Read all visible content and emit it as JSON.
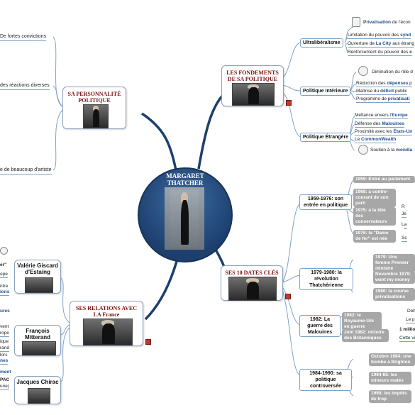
{
  "center": {
    "line1": "MARGARET",
    "line2": "THATCHER"
  },
  "fondements": {
    "title1": "LES FONDEMENTS",
    "title2": "DE SA POLITIQUE",
    "ultra": {
      "label": "Ultralibéralisme",
      "icon_text_pre": "",
      "icon_text_b": "Privatisation",
      "icon_text_post": " de l'écon",
      "leaves": [
        {
          "pre": "Limitation du pouvoir des ",
          "b": "synd",
          "post": ""
        },
        {
          "pre": "Ouverture de ",
          "b": "La City",
          "post": " aux étrang"
        },
        {
          "pre": "Renforcement du pouvoir des ",
          "b": "e",
          "post": ""
        }
      ]
    },
    "interieure": {
      "label": "Politique Intérieure",
      "icon_text": "Diminution du rôle d",
      "leaves": [
        {
          "pre": "Réduction des ",
          "b": "dépenses",
          "post": " p"
        },
        {
          "pre": "Maîtrise du ",
          "b": "déficit",
          "post": " public"
        },
        {
          "pre": "Programme de ",
          "b": "privatisati",
          "post": ""
        }
      ]
    },
    "etrangere": {
      "label": "Politique Étrangère",
      "leaves": [
        {
          "pre": "Méfiance envers l'",
          "b": "Europe",
          "post": ""
        },
        {
          "pre": "Défense des ",
          "b": "Malouines",
          "post": ""
        },
        {
          "pre": "Proximité avec les ",
          "b": "États-Un",
          "post": ""
        },
        {
          "pre": "Le ",
          "b": "CommonWealth",
          "post": ""
        }
      ],
      "icon_text_pre": "Soutien à la ",
      "icon_text_b": "mondia"
    }
  },
  "personnalite": {
    "title1": "SA PERSONNALITÉ",
    "title2": "POLITIQUE",
    "leaves": [
      "De fortes convictions",
      "des réactions diverses",
      "e de beaucoup d'artiste"
    ]
  },
  "relations": {
    "title1": "SES RELATIONS AVEC",
    "title2": "LA France",
    "people": [
      "Valérie Giscard d'Estaing",
      "François Mitterand",
      "Jacques Chirac"
    ],
    "left_fragments": [
      "er\"",
      "ope",
      "ntre",
      "ions",
      "ures",
      "vent",
      "rope",
      "ique",
      "rand",
      "lors",
      "nes",
      "ment",
      "PAC",
      "une)"
    ]
  },
  "dates": {
    "title": "SES 10 DATES CLÉS",
    "periods": [
      {
        "label": "1959-1976: son entrée en politique",
        "items": [
          "1959: Entré au parlement",
          "1968: à contre-courant de son parti",
          "1975: à la tête des conservateurs",
          "1976: la \"Dame de fer\" est née"
        ],
        "side": [
          "R",
          "Je",
          "La",
          "\"",
          "Sc"
        ]
      },
      {
        "label": "1979-1980: la révolution Thatchérienne",
        "items": [
          "1979: Une femme Premier ministre",
          "Novembre 1979: want my money",
          "1980: la course privatisations"
        ],
        "side": []
      },
      {
        "label": "1982: La guerre des Malouines",
        "items": [
          "1982: le Royaume-Uni en guerre",
          "Juin 1982: victoire des Britanniques"
        ],
        "side": [
          "Déb",
          "Le p",
          "1 millio",
          "Cette vi"
        ]
      },
      {
        "label": "1984-1990: sa politique controversée",
        "items": [
          "Octobre 1984: une bombe à Brighton",
          "1984-85: les mineurs matés",
          "1990: les impôts de trop"
        ],
        "side": []
      }
    ]
  }
}
